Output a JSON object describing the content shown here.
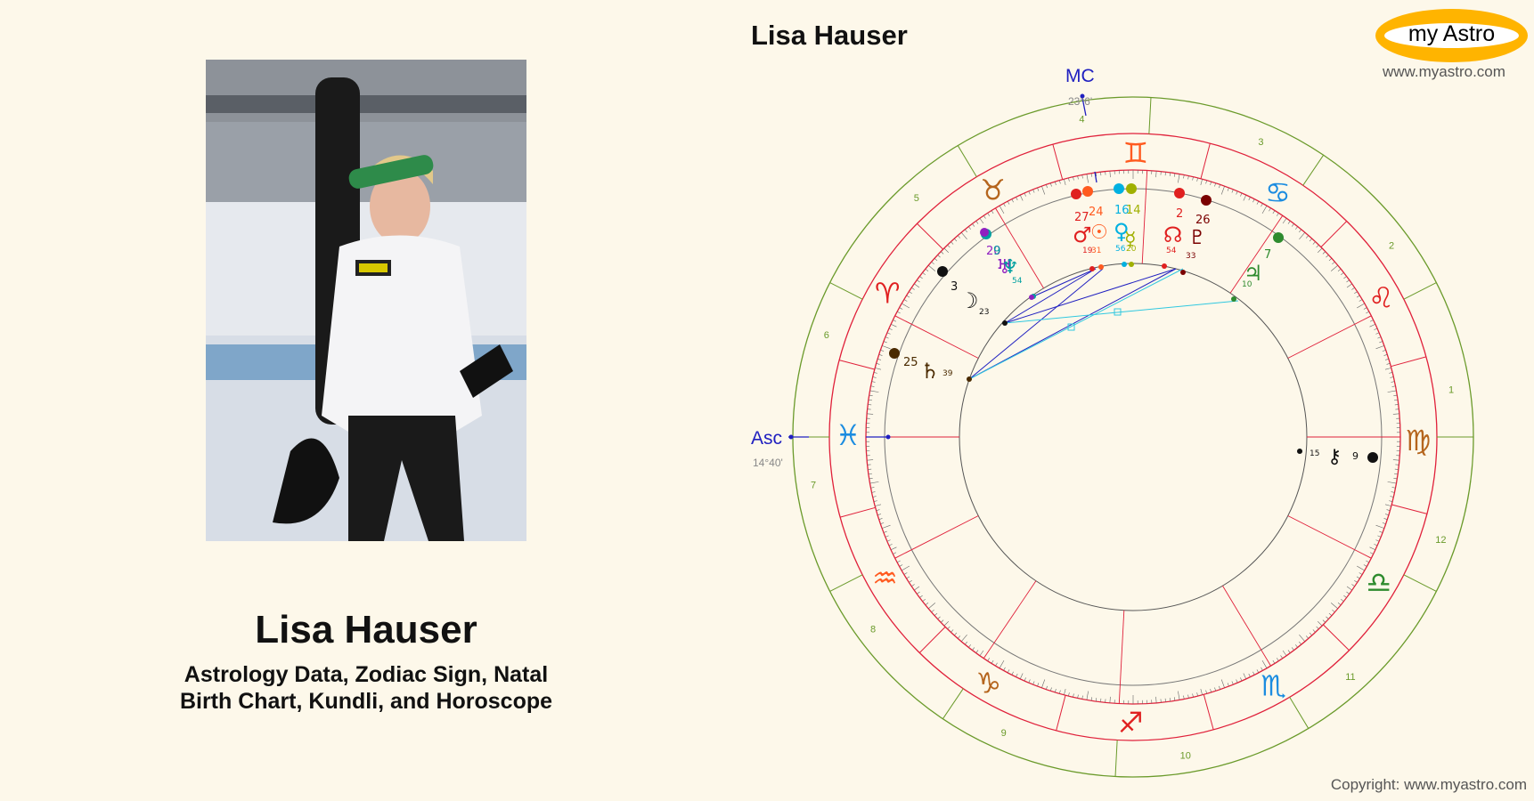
{
  "person": {
    "name": "Lisa Hauser",
    "subtitle_line1": "Astrology Data, Zodiac Sign, Natal",
    "subtitle_line2": "Birth Chart, Kundli, and Horoscope"
  },
  "chart": {
    "title": "Lisa Hauser",
    "asc_label": "Asc",
    "asc_degree": "14°40'",
    "mc_label": "MC",
    "mc_degree": "23°6'",
    "signs": [
      {
        "name": "pisces-icon",
        "glyph": "♓",
        "color": "#1b8ce0"
      },
      {
        "name": "aries-icon",
        "glyph": "♈",
        "color": "#e02020"
      },
      {
        "name": "taurus-icon",
        "glyph": "♉",
        "color": "#b5651d"
      },
      {
        "name": "gemini-icon",
        "glyph": "♊",
        "color": "#ff5a1f"
      },
      {
        "name": "cancer-icon",
        "glyph": "♋",
        "color": "#1b8ce0"
      },
      {
        "name": "leo-icon",
        "glyph": "♌",
        "color": "#e02020"
      },
      {
        "name": "virgo-icon",
        "glyph": "♍",
        "color": "#b5651d"
      },
      {
        "name": "libra-icon",
        "glyph": "♎",
        "color": "#2e8b2e"
      },
      {
        "name": "scorpio-icon",
        "glyph": "♏",
        "color": "#1b8ce0"
      },
      {
        "name": "sagittarius-icon",
        "glyph": "♐",
        "color": "#e02020"
      },
      {
        "name": "capricorn-icon",
        "glyph": "♑",
        "color": "#b5651d"
      },
      {
        "name": "aquarius-icon",
        "glyph": "♒",
        "color": "#ff5a1f"
      }
    ],
    "house_numbers": [
      "1",
      "2",
      "3",
      "4",
      "5",
      "6",
      "7",
      "8",
      "9",
      "10",
      "11",
      "12"
    ],
    "planets": [
      {
        "name": "mars-icon",
        "glyph": "♂",
        "deg": "27",
        "min": "19",
        "color": "#e02020"
      },
      {
        "name": "sun-icon",
        "glyph": "☉",
        "deg": "24",
        "min": "31",
        "color": "#ff5a1f"
      },
      {
        "name": "venus-icon",
        "glyph": "♀",
        "deg": "16",
        "min": "56",
        "color": "#00b0e0"
      },
      {
        "name": "mercury-icon",
        "glyph": "☿",
        "deg": "14",
        "min": "20",
        "color": "#a0b000"
      },
      {
        "name": "north-node-icon",
        "glyph": "☊",
        "deg": "2",
        "min": "54",
        "color": "#e02020"
      },
      {
        "name": "pluto-icon",
        "glyph": "♇",
        "deg": "26",
        "min": "33",
        "color": "#7a0000"
      },
      {
        "name": "jupiter-icon",
        "glyph": "♃",
        "deg": "7",
        "min": "10",
        "color": "#2e8b2e"
      },
      {
        "name": "uranus-icon",
        "glyph": "♅",
        "deg": "20",
        "min": "",
        "color": "#9020c0"
      },
      {
        "name": "neptune-icon",
        "glyph": "♆",
        "deg": "9",
        "min": "54",
        "color": "#00a0a0"
      },
      {
        "name": "moon-icon",
        "glyph": "☽",
        "deg": "3",
        "min": "23",
        "color": "#111111"
      },
      {
        "name": "saturn-icon",
        "glyph": "♄",
        "deg": "25",
        "min": "39",
        "color": "#4a2a00"
      },
      {
        "name": "chiron-icon",
        "glyph": "⚷",
        "deg": "9",
        "min": "15",
        "color": "#111111"
      }
    ]
  },
  "branding": {
    "logo_text": "my Astro",
    "url": "www.myastro.com",
    "copyright": "Copyright: www.myastro.com"
  },
  "colors": {
    "background": "#fdf8ea",
    "outer_ring": "#6a9a2a",
    "zodiac_ring": "#e0203a",
    "axis_blue": "#2020c0",
    "aspect_cyan": "#30c8e0"
  }
}
